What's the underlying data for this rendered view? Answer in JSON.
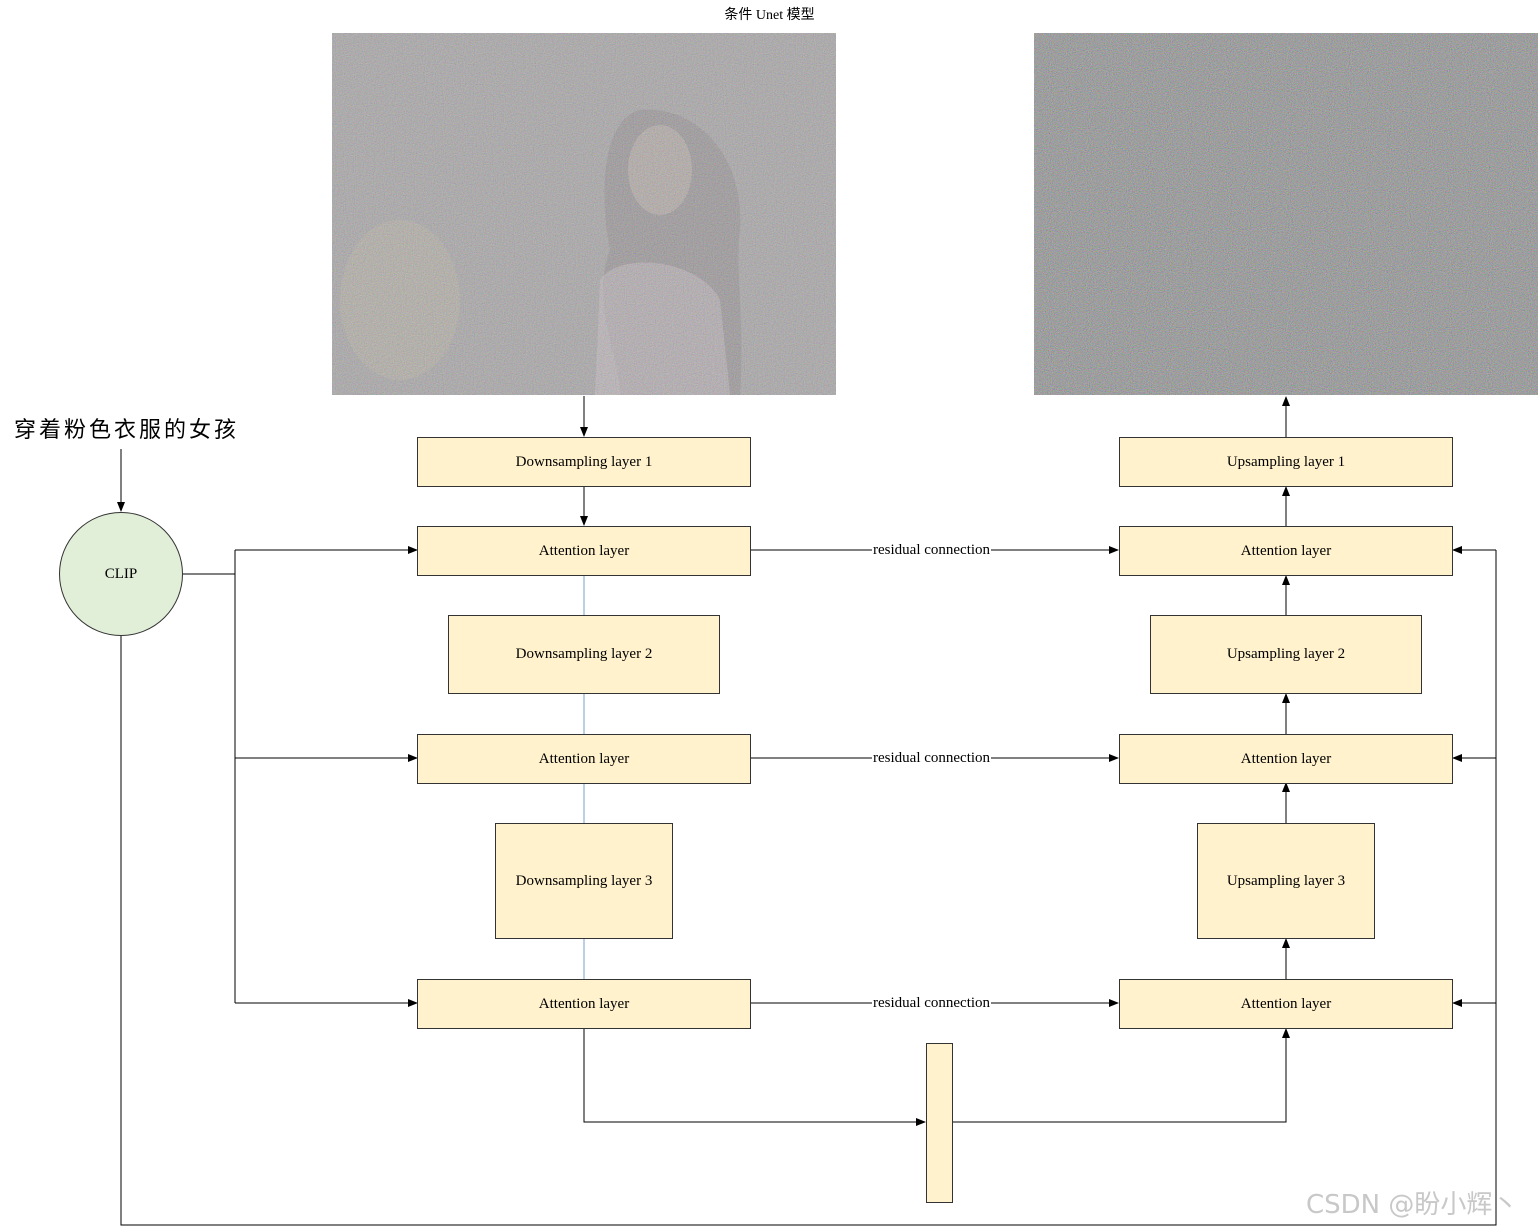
{
  "title": "条件 Unet 模型",
  "prompt_text": "穿着粉色衣服的女孩",
  "clip_label": "CLIP",
  "down_path": {
    "downsampling_1": "Downsampling layer 1",
    "attention_1": "Attention layer",
    "downsampling_2": "Downsampling layer 2",
    "attention_2": "Attention layer",
    "downsampling_3": "Downsampling layer 3",
    "attention_3": "Attention layer"
  },
  "up_path": {
    "upsampling_1": "Upsampling layer 1",
    "attention_1": "Attention layer",
    "upsampling_2": "Upsampling layer 2",
    "attention_2": "Attention layer",
    "upsampling_3": "Upsampling layer 3",
    "attention_3": "Attention layer"
  },
  "residual_labels": [
    "residual connection",
    "residual connection",
    "residual connection"
  ],
  "watermark": "CSDN @盼小辉丶",
  "colors": {
    "layer_fill": "#fff2cc",
    "clip_fill": "#e1eed8",
    "guide_line": "#7ba1c7",
    "noise_light": "#a6a3a5",
    "noise_dark": "#7c7c80"
  }
}
